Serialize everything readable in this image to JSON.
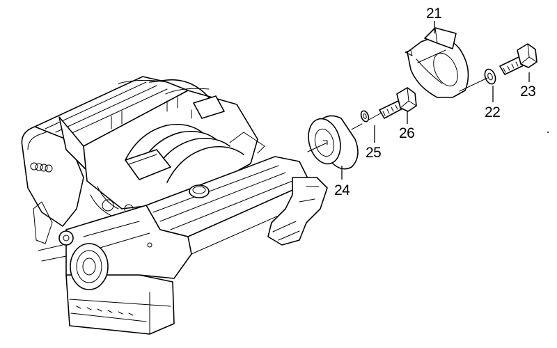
{
  "callouts": {
    "c21": "21",
    "c22": "22",
    "c23": "23",
    "c24": "24",
    "c25": "25",
    "c26": "26"
  },
  "logo_text": "audi-rings",
  "colors": {
    "ink": "#000000",
    "paper": "#ffffff"
  }
}
